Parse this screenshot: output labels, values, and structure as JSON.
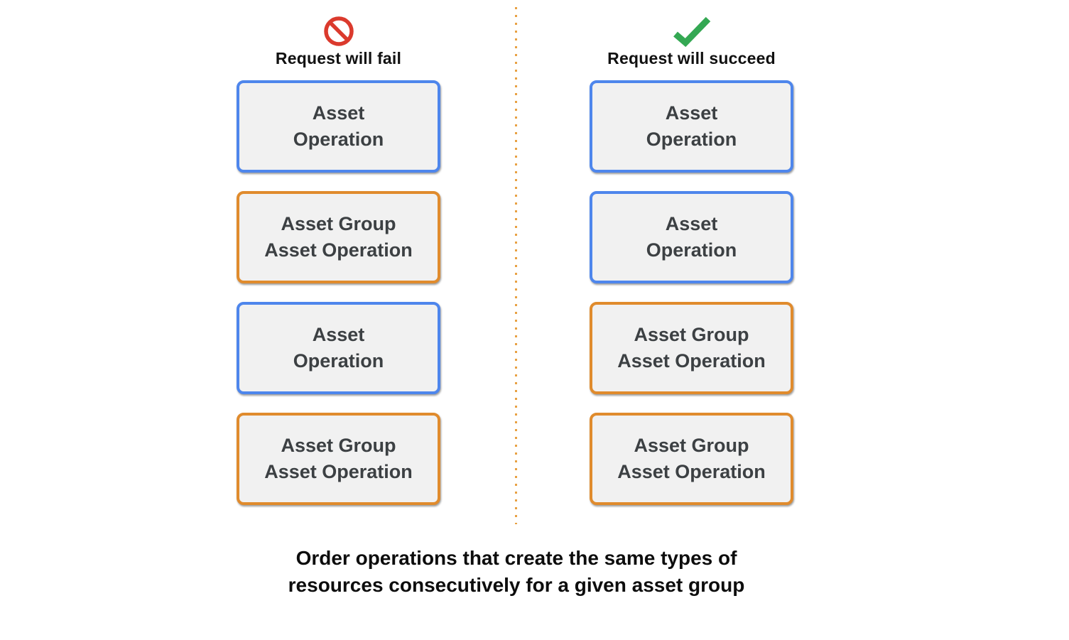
{
  "colors": {
    "blue_border": "#4e86ec",
    "orange_border": "#e08b2d",
    "box_fill": "#f1f1f1",
    "box_text": "#3c4043",
    "fail_icon_red": "#db3a2d",
    "success_icon_green": "#34a853",
    "divider_dot": "#e8a143"
  },
  "fail_column": {
    "heading": "Request will fail",
    "icon": "prohibition-icon",
    "boxes": [
      {
        "type": "asset-operation",
        "border": "blue",
        "line1": "Asset",
        "line2": "Operation"
      },
      {
        "type": "asset-group-asset-operation",
        "border": "orange",
        "line1": "Asset Group",
        "line2": "Asset Operation"
      },
      {
        "type": "asset-operation",
        "border": "blue",
        "line1": "Asset",
        "line2": "Operation"
      },
      {
        "type": "asset-group-asset-operation",
        "border": "orange",
        "line1": "Asset Group",
        "line2": "Asset Operation"
      }
    ]
  },
  "succeed_column": {
    "heading": "Request will succeed",
    "icon": "checkmark-icon",
    "boxes": [
      {
        "type": "asset-operation",
        "border": "blue",
        "line1": "Asset",
        "line2": "Operation"
      },
      {
        "type": "asset-operation",
        "border": "blue",
        "line1": "Asset",
        "line2": "Operation"
      },
      {
        "type": "asset-group-asset-operation",
        "border": "orange",
        "line1": "Asset Group",
        "line2": "Asset Operation"
      },
      {
        "type": "asset-group-asset-operation",
        "border": "orange",
        "line1": "Asset Group",
        "line2": "Asset Operation"
      }
    ]
  },
  "caption": {
    "line1": "Order operations that create the same types of",
    "line2": "resources consecutively for a given asset group"
  }
}
